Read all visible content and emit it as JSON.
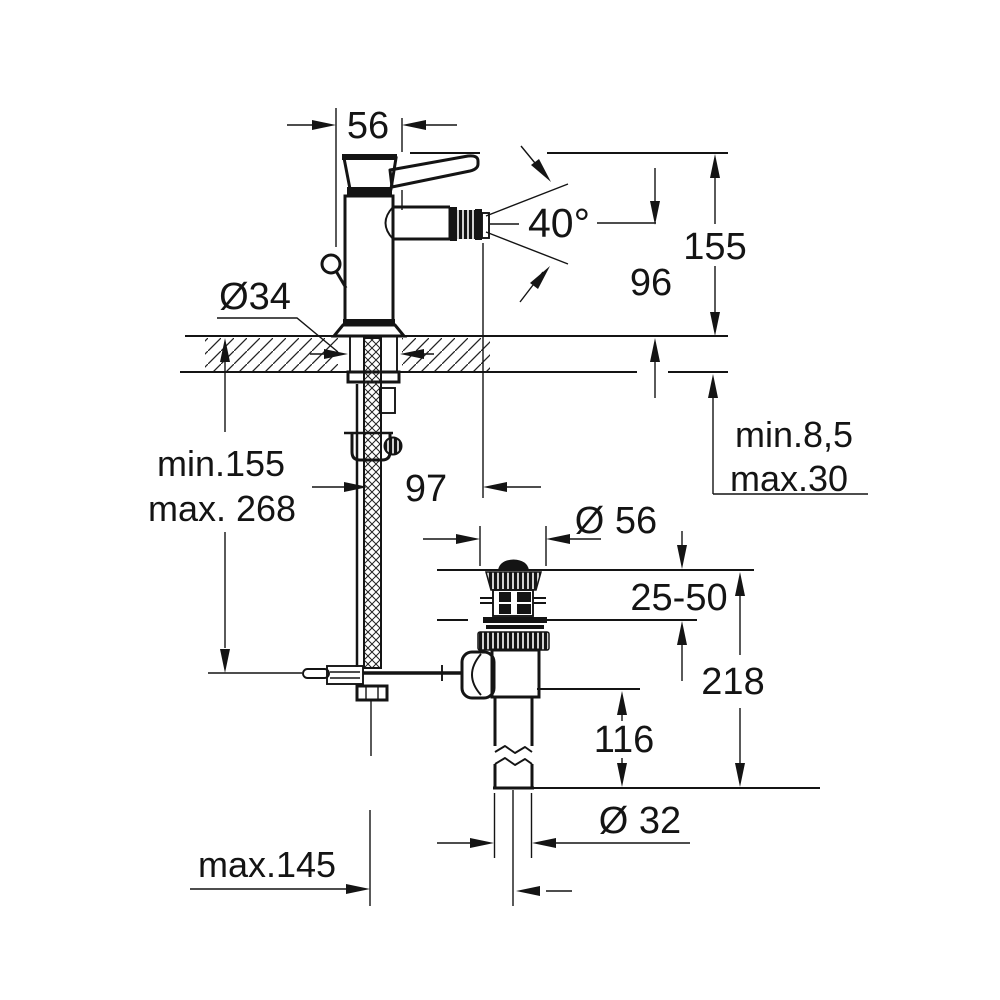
{
  "drawing": {
    "description": "Installation dimension drawing of a single-lever bidet mixer with pop-up waste set",
    "background": "#ffffff",
    "line_color": "#141414"
  },
  "dimensions": {
    "top_width": {
      "label": "56"
    },
    "spray_angle": {
      "label": "40°"
    },
    "total_height": {
      "label": "155"
    },
    "spout_height": {
      "label": "96"
    },
    "hole_diameter": {
      "label": "Ø34"
    },
    "hose_min": {
      "label": "min.155"
    },
    "hose_max": {
      "label": "max. 268"
    },
    "spout_reach": {
      "label": "97"
    },
    "flange_diameter": {
      "label": "Ø 56"
    },
    "deck_min": {
      "label": "min.8,5"
    },
    "deck_max": {
      "label": "max.30"
    },
    "basin_range": {
      "label": "25-50"
    },
    "waste_height": {
      "label": "218"
    },
    "tailpipe_length": {
      "label": "116"
    },
    "tailpipe_diameter": {
      "label": "Ø 32"
    },
    "rod_reach": {
      "label": "max.145"
    }
  }
}
